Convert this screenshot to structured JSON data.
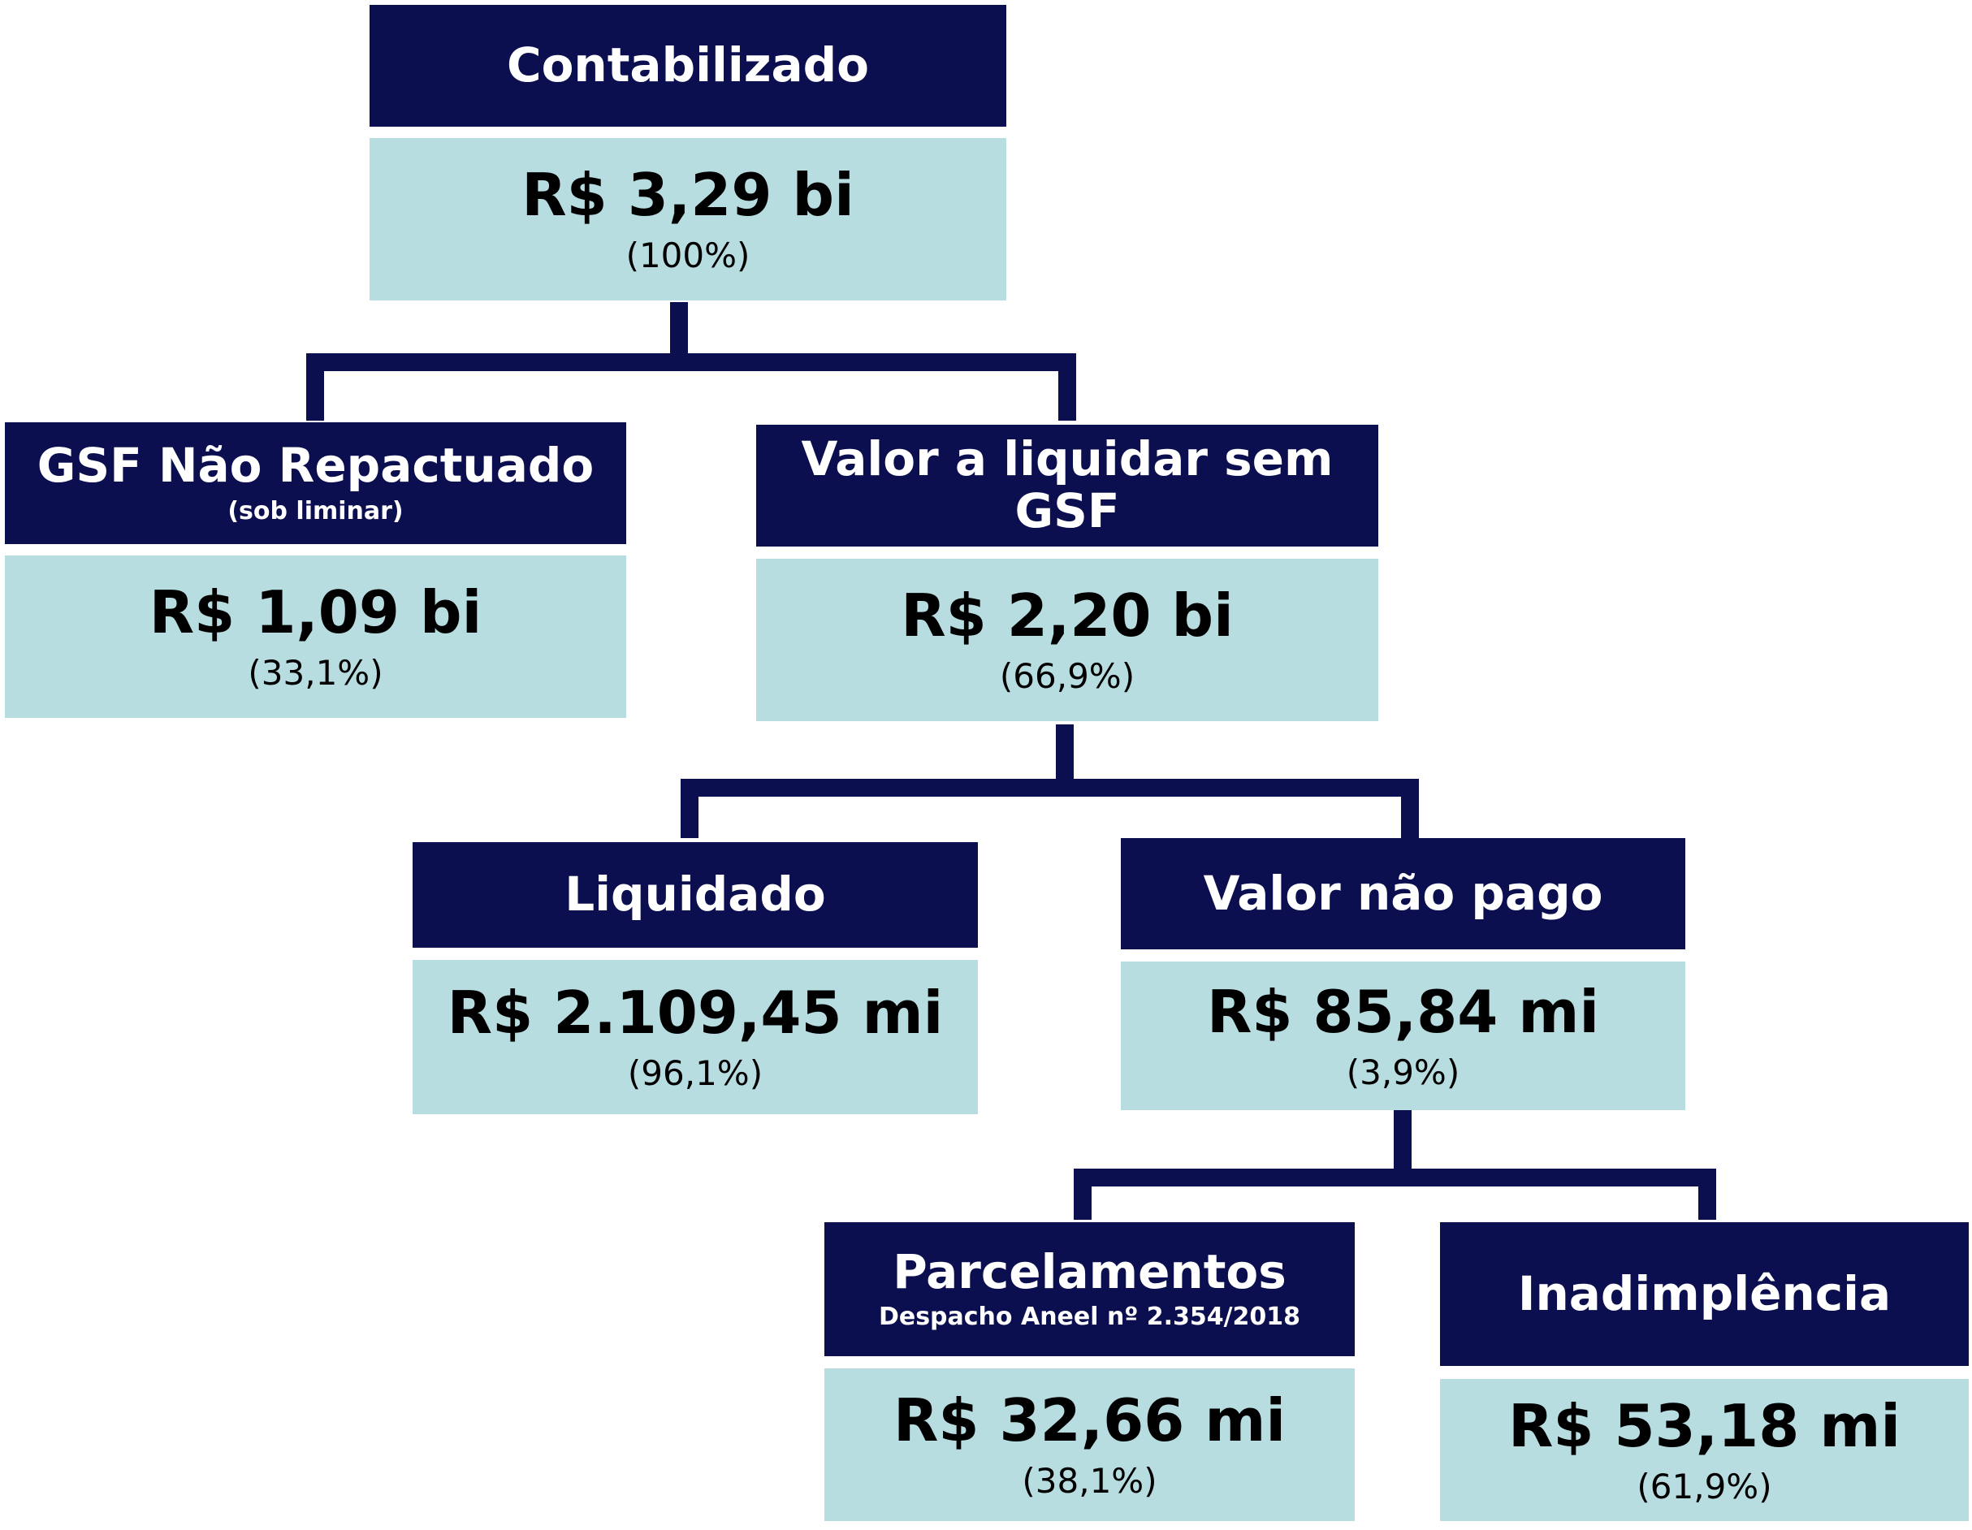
{
  "colors": {
    "header_bg": "#0c0f4f",
    "body_bg": "#b7dde1",
    "connector": "#0c0f4f"
  },
  "nodes": {
    "contabilizado": {
      "title": "Contabilizado",
      "value": "R$ 3,29 bi",
      "percent": "(100%)"
    },
    "gsf": {
      "title": "GSF Não Repactuado",
      "subtitle": "(sob liminar)",
      "value": "R$ 1,09 bi",
      "percent": "(33,1%)"
    },
    "valor_liquidar": {
      "title": "Valor a liquidar sem GSF",
      "value": "R$ 2,20 bi",
      "percent": "(66,9%)"
    },
    "liquidado": {
      "title": "Liquidado",
      "value": "R$ 2.109,45 mi",
      "percent": "(96,1%)"
    },
    "valor_nao_pago": {
      "title": "Valor não pago",
      "value": "R$ 85,84 mi",
      "percent": "(3,9%)"
    },
    "parcelamentos": {
      "title": "Parcelamentos",
      "subtitle": "Despacho Aneel nº 2.354/2018",
      "value": "R$ 32,66 mi",
      "percent": "(38,1%)"
    },
    "inadimplencia": {
      "title": "Inadimplência",
      "value": "R$ 53,18 mi",
      "percent": "(61,9%)"
    }
  }
}
